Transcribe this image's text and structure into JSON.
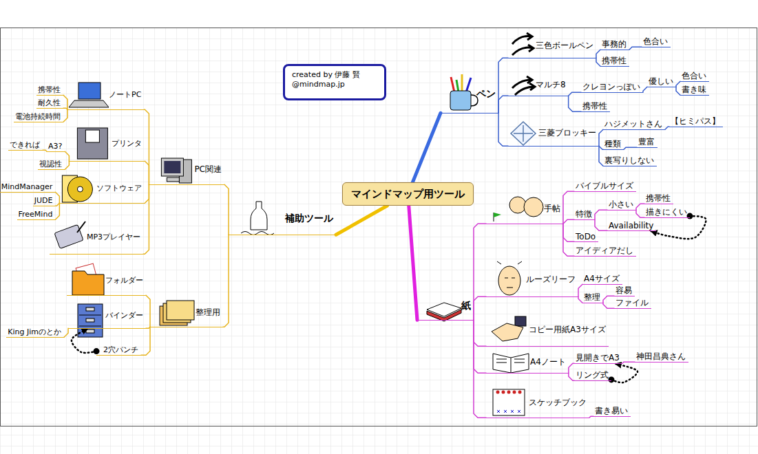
{
  "diagram": {
    "nodes": [
      {
        "text": [
          "マインドマップ用ツール"
        ]
      },
      {
        "text": [
          "created by 伊藤 賢@mindmap.jp"
        ]
      },
      {
        "text": [
          "ペン"
        ]
      },
      {
        "text": [
          "三色ボールペン"
        ]
      },
      {
        "text": [
          "事務的"
        ]
      },
      {
        "text": [
          "色合い"
        ]
      },
      {
        "text": [
          "携帯性"
        ]
      },
      {
        "text": [
          "マルチ8"
        ]
      },
      {
        "text": [
          "クレヨンっぽい"
        ]
      },
      {
        "text": [
          "優しい"
        ]
      },
      {
        "text": [
          "色合い"
        ]
      },
      {
        "text": [
          "書き味"
        ]
      },
      {
        "text": [
          "携帯性"
        ]
      },
      {
        "text": [
          "三菱ブロッキー"
        ]
      },
      {
        "text": [
          "ハジメットさん"
        ]
      },
      {
        "text": [
          "【ヒミパス】"
        ]
      },
      {
        "text": [
          "種類"
        ]
      },
      {
        "text": [
          "豊富"
        ]
      },
      {
        "text": [
          "裏写りしない"
        ]
      },
      {
        "text": [
          "紙"
        ]
      },
      {
        "text": [
          "手帖"
        ]
      },
      {
        "text": [
          "バイブルサイズ"
        ]
      },
      {
        "text": [
          "特徴"
        ]
      },
      {
        "text": [
          "小さい"
        ]
      },
      {
        "text": [
          "携帯性"
        ]
      },
      {
        "text": [
          "描きにくい"
        ]
      },
      {
        "text": [
          "Availability"
        ]
      },
      {
        "text": [
          "ToDo"
        ]
      },
      {
        "text": [
          "アイディアだし"
        ]
      },
      {
        "text": [
          "ルーズリーフ"
        ]
      },
      {
        "text": [
          "A4サイズ"
        ]
      },
      {
        "text": [
          "整理"
        ]
      },
      {
        "text": [
          "容易"
        ]
      },
      {
        "text": [
          "ファイル"
        ]
      },
      {
        "text": [
          "コピー用紙A3サイズ"
        ]
      },
      {
        "text": [
          "A4ノート"
        ]
      },
      {
        "text": [
          "見開きでA3"
        ]
      },
      {
        "text": [
          "神田昌典さん"
        ]
      },
      {
        "text": [
          "リング式"
        ]
      },
      {
        "text": [
          "スケッチブック"
        ]
      },
      {
        "text": [
          "書き易い"
        ]
      },
      {
        "text": [
          "補助ツール"
        ]
      },
      {
        "text": [
          "PC関連"
        ]
      },
      {
        "text": [
          "ノートPC"
        ]
      },
      {
        "text": [
          "携帯性"
        ]
      },
      {
        "text": [
          "耐久性"
        ]
      },
      {
        "text": [
          "電池持続時間"
        ]
      },
      {
        "text": [
          "プリンタ"
        ]
      },
      {
        "text": [
          "A3?"
        ]
      },
      {
        "text": [
          "できれば"
        ]
      },
      {
        "text": [
          "視認性"
        ]
      },
      {
        "text": [
          "ソフトウェア"
        ]
      },
      {
        "text": [
          "MindManager"
        ]
      },
      {
        "text": [
          "JUDE"
        ]
      },
      {
        "text": [
          "FreeMind"
        ]
      },
      {
        "text": [
          "MP3プレイヤー"
        ]
      },
      {
        "text": [
          "整理用"
        ]
      },
      {
        "text": [
          "フォルダー"
        ]
      },
      {
        "text": [
          "バインダー"
        ]
      },
      {
        "text": [
          "King Jimのとか"
        ]
      },
      {
        "text": [
          "2穴パンチ"
        ]
      }
    ],
    "edges": [
      {
        "from": 0,
        "to": 2,
        "arrow": "none"
      },
      {
        "from": 2,
        "to": 3,
        "arrow": "none"
      },
      {
        "from": 3,
        "to": 4,
        "arrow": "none"
      },
      {
        "from": 4,
        "to": 5,
        "arrow": "none"
      },
      {
        "from": 3,
        "to": 6,
        "arrow": "none"
      },
      {
        "from": 2,
        "to": 7,
        "arrow": "none"
      },
      {
        "from": 7,
        "to": 8,
        "arrow": "none"
      },
      {
        "from": 8,
        "to": 9,
        "arrow": "none"
      },
      {
        "from": 9,
        "to": 10,
        "arrow": "none"
      },
      {
        "from": 9,
        "to": 11,
        "arrow": "none"
      },
      {
        "from": 7,
        "to": 12,
        "arrow": "none"
      },
      {
        "from": 2,
        "to": 13,
        "arrow": "none"
      },
      {
        "from": 13,
        "to": 14,
        "arrow": "none"
      },
      {
        "from": 14,
        "to": 15,
        "arrow": "none"
      },
      {
        "from": 13,
        "to": 16,
        "arrow": "none"
      },
      {
        "from": 16,
        "to": 17,
        "arrow": "none"
      },
      {
        "from": 13,
        "to": 18,
        "arrow": "none"
      },
      {
        "from": 0,
        "to": 19,
        "arrow": "none"
      },
      {
        "from": 19,
        "to": 20,
        "arrow": "none"
      },
      {
        "from": 20,
        "to": 21,
        "arrow": "none"
      },
      {
        "from": 20,
        "to": 22,
        "arrow": "none"
      },
      {
        "from": 22,
        "to": 23,
        "arrow": "none"
      },
      {
        "from": 23,
        "to": 24,
        "arrow": "none"
      },
      {
        "from": 23,
        "to": 25,
        "arrow": "none"
      },
      {
        "from": 22,
        "to": 26,
        "arrow": "none"
      },
      {
        "from": 20,
        "to": 27,
        "arrow": "none"
      },
      {
        "from": 20,
        "to": 28,
        "arrow": "none"
      },
      {
        "from": 19,
        "to": 29,
        "arrow": "none"
      },
      {
        "from": 29,
        "to": 30,
        "arrow": "none"
      },
      {
        "from": 29,
        "to": 31,
        "arrow": "none"
      },
      {
        "from": 31,
        "to": 32,
        "arrow": "none"
      },
      {
        "from": 31,
        "to": 33,
        "arrow": "none"
      },
      {
        "from": 19,
        "to": 34,
        "arrow": "none"
      },
      {
        "from": 19,
        "to": 35,
        "arrow": "none"
      },
      {
        "from": 35,
        "to": 36,
        "arrow": "none"
      },
      {
        "from": 36,
        "to": 37,
        "arrow": "none"
      },
      {
        "from": 35,
        "to": 38,
        "arrow": "none"
      },
      {
        "from": 19,
        "to": 39,
        "arrow": "none"
      },
      {
        "from": 39,
        "to": 40,
        "arrow": "none"
      },
      {
        "from": 0,
        "to": 41,
        "arrow": "none"
      },
      {
        "from": 41,
        "to": 42,
        "arrow": "none"
      },
      {
        "from": 42,
        "to": 43,
        "arrow": "none"
      },
      {
        "from": 43,
        "to": 44,
        "arrow": "none"
      },
      {
        "from": 43,
        "to": 45,
        "arrow": "none"
      },
      {
        "from": 43,
        "to": 46,
        "arrow": "none"
      },
      {
        "from": 42,
        "to": 47,
        "arrow": "none"
      },
      {
        "from": 47,
        "to": 48,
        "arrow": "none"
      },
      {
        "from": 48,
        "to": 49,
        "arrow": "none"
      },
      {
        "from": 47,
        "to": 50,
        "arrow": "none"
      },
      {
        "from": 42,
        "to": 51,
        "arrow": "none"
      },
      {
        "from": 51,
        "to": 52,
        "arrow": "none"
      },
      {
        "from": 51,
        "to": 53,
        "arrow": "none"
      },
      {
        "from": 51,
        "to": 54,
        "arrow": "none"
      },
      {
        "from": 42,
        "to": 55,
        "arrow": "none"
      },
      {
        "from": 41,
        "to": 56,
        "arrow": "none"
      },
      {
        "from": 56,
        "to": 57,
        "arrow": "none"
      },
      {
        "from": 56,
        "to": 58,
        "arrow": "none"
      },
      {
        "from": 58,
        "to": 59,
        "arrow": "none"
      },
      {
        "from": 56,
        "to": 60,
        "arrow": "none"
      },
      {
        "from": 25,
        "to": 26,
        "arrow": "to"
      },
      {
        "from": 38,
        "to": 36,
        "arrow": "to"
      },
      {
        "from": 60,
        "to": 58,
        "arrow": "to"
      }
    ]
  }
}
